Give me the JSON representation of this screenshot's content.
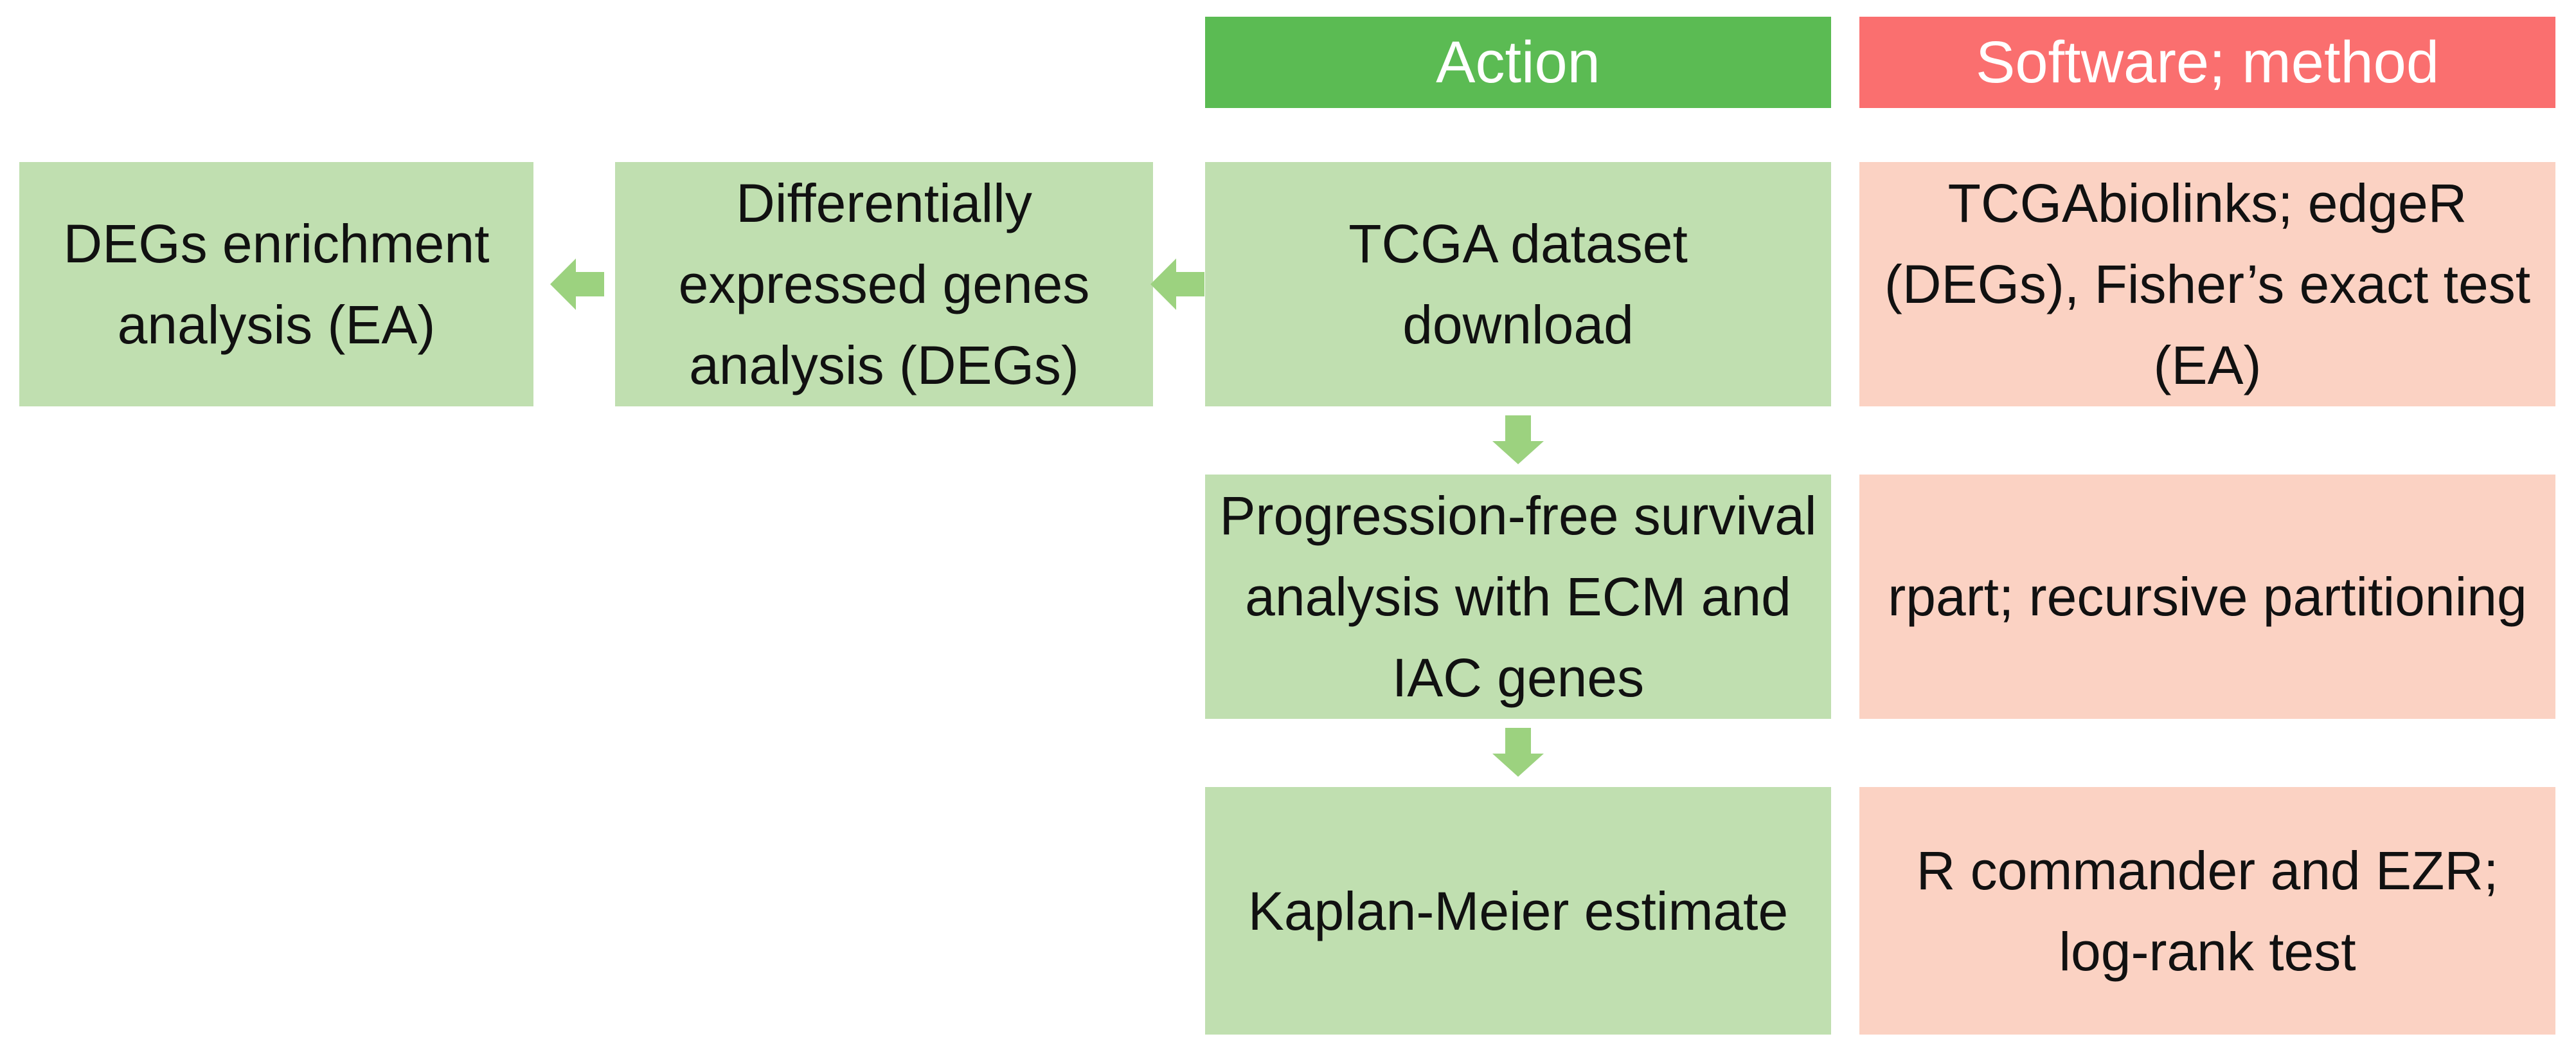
{
  "header": {
    "action": {
      "label": "Action"
    },
    "software": {
      "label": "Software; method"
    }
  },
  "flow": {
    "row1": {
      "ea": "DEGs enrichment analysis (EA)",
      "degs": "Differentially expressed genes analysis (DEGs)",
      "tcga": "TCGA dataset download",
      "software": "TCGAbiolinks; edgeR (DEGs), Fisher’s exact test (EA)"
    },
    "row2": {
      "action": "Progression-free survival analysis with ECM and IAC genes",
      "software": "rpart; recursive partitioning"
    },
    "row3": {
      "action": "Kaplan-Meier estimate",
      "software": "R commander and EZR; log-rank test"
    }
  },
  "icons": {
    "left_arrow": "block-arrow-left",
    "down_arrow": "block-arrow-down"
  },
  "colors": {
    "header_green": "#5bbb53",
    "header_red": "#fa6f6f",
    "box_green": "#c0dfb0",
    "box_red": "#fbd2c3",
    "arrow_green": "#9cd27f",
    "text_dark": "#111111",
    "text_light": "#ffffff"
  }
}
